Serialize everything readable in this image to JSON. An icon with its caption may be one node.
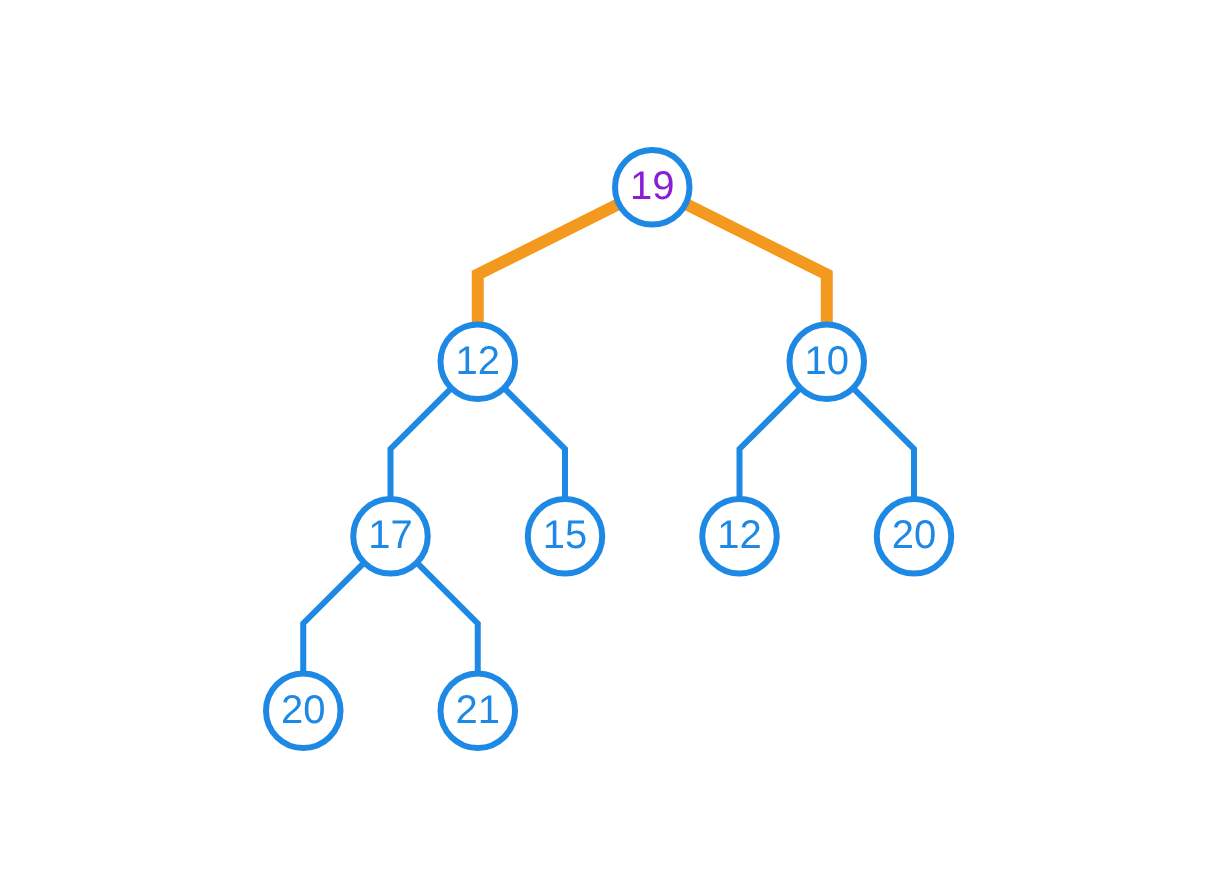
{
  "diagram": {
    "nodes": [
      {
        "text": [
          "19"
        ]
      },
      {
        "text": [
          "12"
        ]
      },
      {
        "text": [
          "10"
        ]
      },
      {
        "text": [
          "17"
        ]
      },
      {
        "text": [
          "15"
        ]
      },
      {
        "text": [
          "12"
        ]
      },
      {
        "text": [
          "20"
        ]
      },
      {
        "text": [
          "20"
        ]
      },
      {
        "text": [
          "21"
        ]
      }
    ],
    "edges": [
      {
        "from": 0,
        "to": 1,
        "arrow": "none",
        "style": "thick",
        "color": "#f39a1e"
      },
      {
        "from": 0,
        "to": 2,
        "arrow": "none",
        "style": "thick",
        "color": "#f39a1e"
      },
      {
        "from": 1,
        "to": 3,
        "arrow": "none"
      },
      {
        "from": 1,
        "to": 4,
        "arrow": "none"
      },
      {
        "from": 2,
        "to": 5,
        "arrow": "none"
      },
      {
        "from": 2,
        "to": 6,
        "arrow": "none"
      },
      {
        "from": 3,
        "to": 7,
        "arrow": "none"
      },
      {
        "from": 3,
        "to": 8,
        "arrow": "none"
      }
    ]
  }
}
